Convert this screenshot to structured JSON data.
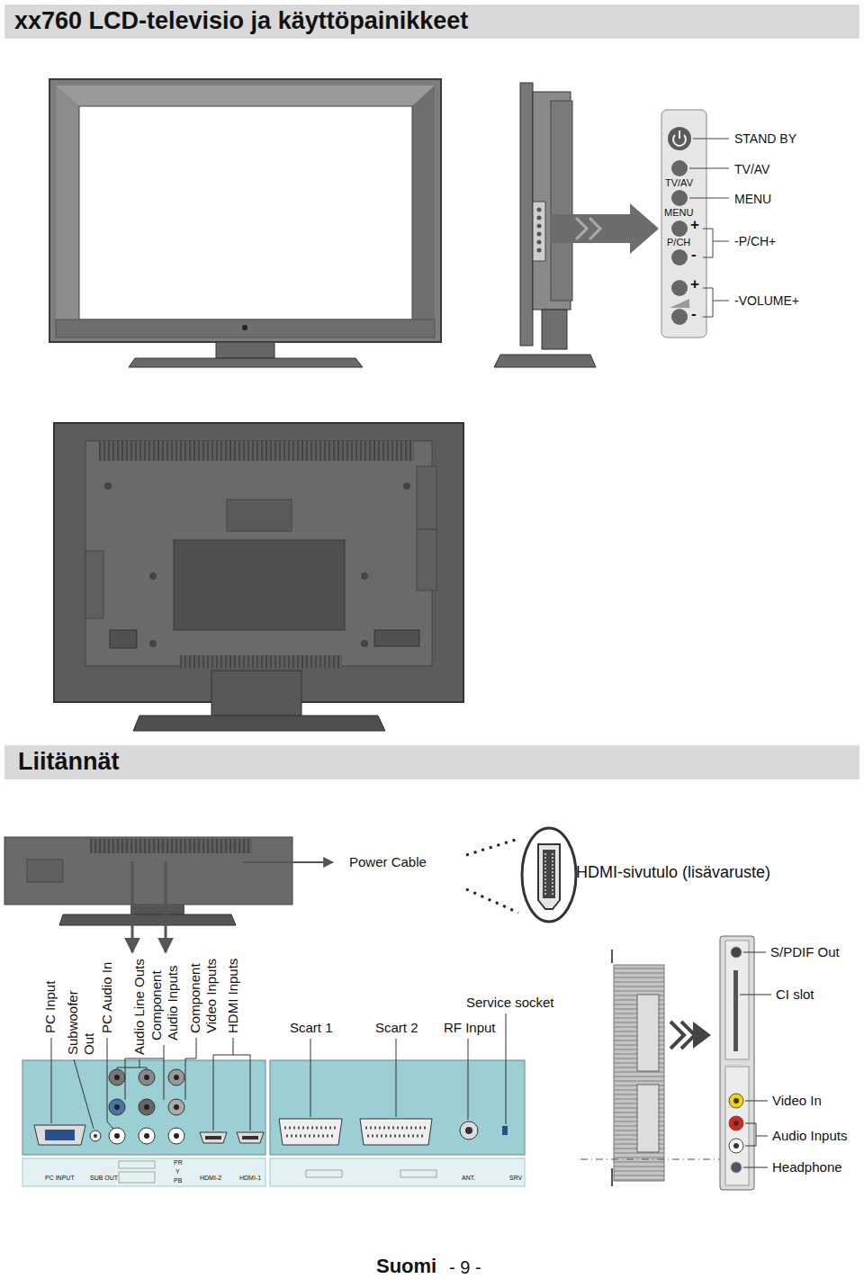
{
  "diagram": {
    "title": "xx760 LCD-televisio ja käyttöpainikkeet",
    "nodes": [
      {
        "text": [
          "Liitännät"
        ]
      }
    ],
    "labels": [
      "STAND BY",
      "TV/AV",
      "MENU",
      "-P/CH+",
      "-VOLUME+",
      "TV/AV",
      "MENU",
      "P/CH",
      "+",
      "-",
      "+",
      "-",
      "Power Cable",
      "HDMI-sivutulo (lisävaruste)",
      "PC Input",
      "Subwoofer Out",
      "PC Audio In",
      "Audio Line Outs",
      "Component Audio Inputs",
      "Component Video Inputs",
      "HDMI Inputs",
      "Scart 1",
      "Scart 2",
      "RF Input",
      "Service socket",
      "S/PDIF Out",
      "CI slot",
      "Video In",
      "Audio Inputs",
      "Headphone",
      "PC INPUT",
      "SUB OUT",
      "PR",
      "Y",
      "PB",
      "HDMI-2",
      "HDMI-1",
      "ANT.",
      "SRV",
      "Suomi",
      "- 9 -"
    ]
  }
}
